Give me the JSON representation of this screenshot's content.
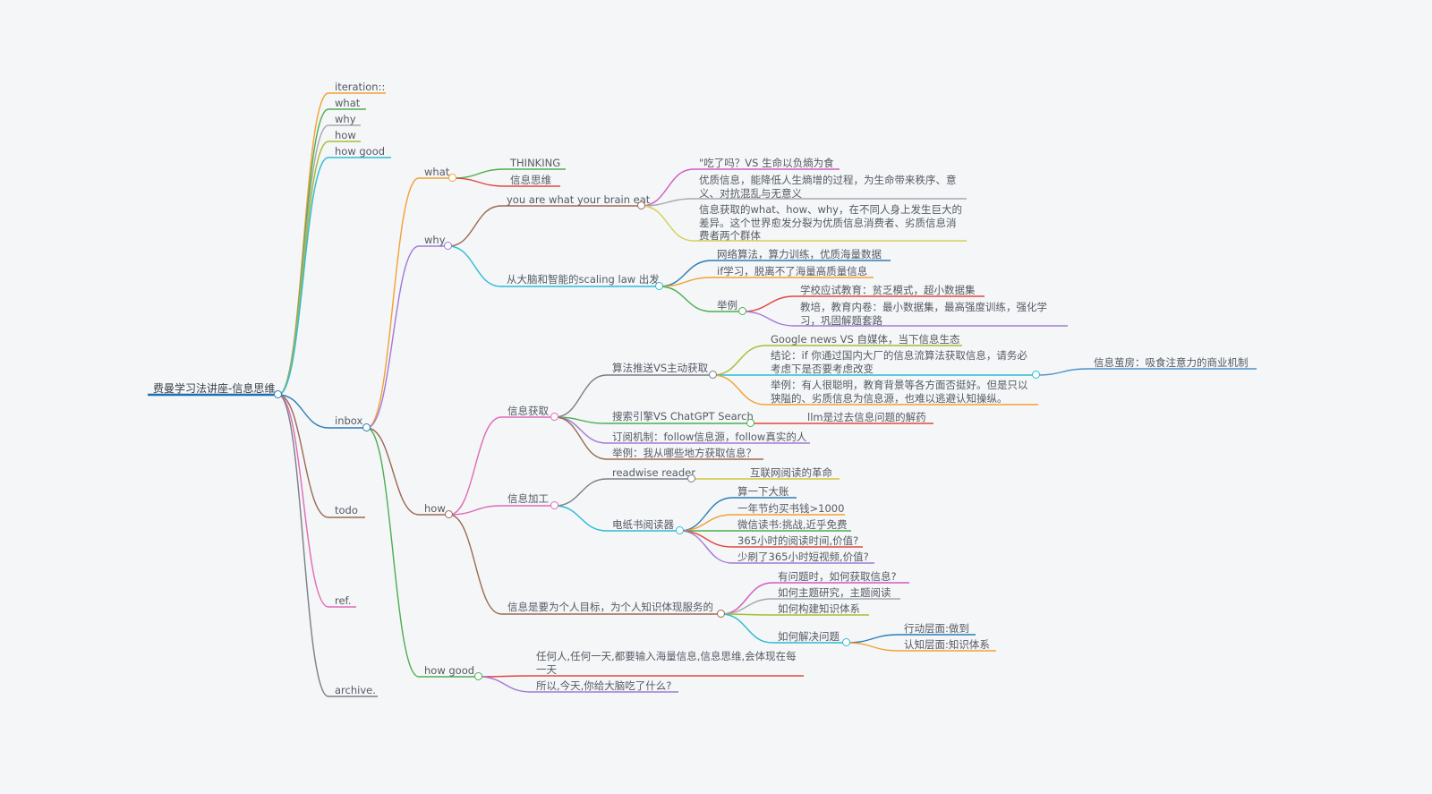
{
  "colors": {
    "orange": "#f5a033",
    "green": "#4cae4f",
    "olive": "#a6bd2f",
    "cyan": "#2dbcd6",
    "blue": "#2c7bb6",
    "purple": "#a27ad6",
    "brown": "#9b6a52",
    "pink": "#e06ab6",
    "gray": "#7b7f84",
    "red": "#e0483e",
    "yellow": "#cfc63c",
    "lightblue": "#4a90c8",
    "paleyellow": "#d6cf55",
    "magenta": "#d25ac0",
    "lightgray": "#a5a9ad",
    "darkblue": "#1f6fb0"
  },
  "mindmap": {
    "root": "费曼学习法讲座-信息思维",
    "l1": {
      "iteration": "iteration::",
      "what": "what",
      "why": "why",
      "how": "how",
      "how_good": "how good",
      "inbox": "inbox",
      "todo": "todo",
      "ref": "ref.",
      "archive": "archive."
    },
    "inbox": {
      "what": "what",
      "why": "why",
      "how": "how",
      "how_good": "how good"
    },
    "what_children": [
      "THINKING",
      "信息思维"
    ],
    "why_children": {
      "brain_eat": "you are what your brain eat",
      "scaling": "从大脑和智能的scaling law 出发"
    },
    "brain_eat_children": [
      "\"吃了吗？VS 生命以负熵为食",
      "优质信息，能降低人生熵增的过程，为生命带来秩序、意义、对抗混乱与无意义",
      "信息获取的what、how、why，在不同人身上发生巨大的差异。这个世界愈发分裂为优质信息消费者、劣质信息消费者两个群体"
    ],
    "scaling_children": {
      "algo": "网络算法，算力训练，优质海量数据",
      "if": "if学习，脱离不了海量高质量信息",
      "example": "举例"
    },
    "example_children": [
      "学校应试教育：贫乏模式，超小数据集",
      "教培，教育内卷：最小数据集，最高强度训练，强化学习，巩固解题套路"
    ],
    "how_children": {
      "acquire": "信息获取",
      "process": "信息加工",
      "purpose": "信息是要为个人目标，为个人知识体现服务的"
    },
    "acquire_children": {
      "algo_vs": "算法推送VS主动获取",
      "search": "搜索引擎VS ChatGPT Search",
      "subscribe": "订阅机制：follow信息源，follow真实的人",
      "example": "举例：我从哪些地方获取信息？"
    },
    "algo_vs_children": [
      "Google news VS 自媒体，当下信息生态",
      "结论：if 你通过国内大厂的信息流算法获取信息，请务必考虑下是否要考虑改变",
      "举例：有人很聪明，教育背景等各方面否挺好。但是只以狭隘的、劣质信息为信息源，也难以逃避认知操纵。"
    ],
    "cocoon": "信息茧房：吸食注意力的商业机制",
    "llm": "llm是过去信息问题的解药",
    "process_children": {
      "readwise": "readwise reader",
      "ereader": "电纸书阅读器"
    },
    "readwise_child": "互联网阅读的革命",
    "ereader_children": [
      "算一下大账",
      "一年节约买书钱>1000",
      "微信读书:挑战,近乎免费",
      "365小时的阅读时间,价值?",
      "少刷了365小时短视频,价值?"
    ],
    "purpose_children": [
      "有问题时，如何获取信息?",
      "如何主题研究，主题阅读",
      "如何构建知识体系",
      "如何解决问题"
    ],
    "solve_children": [
      "行动层面:做到",
      "认知层面:知识体系"
    ],
    "how_good_children": [
      "任何人,任何一天,都要输入海量信息,信息思维,会体现在每一天",
      "所以,今天,你给大脑吃了什么?"
    ]
  }
}
